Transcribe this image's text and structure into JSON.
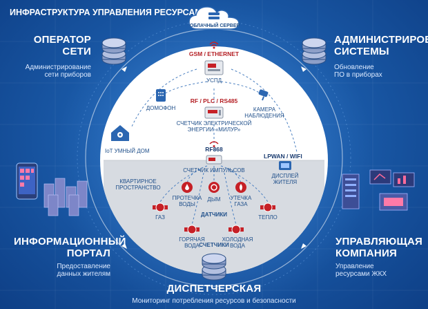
{
  "header": {
    "title": "ИНФРАСТРУКТУРА УПРАВЛЕНИЯ РЕСУРСАМИ"
  },
  "cloud": {
    "label": "ОБЛАЧНЫЙ СЕРВЕР"
  },
  "operator": {
    "title_line1": "ОПЕРАТОР",
    "title_line2": "СЕТИ",
    "sub_line1": "Администрирование",
    "sub_line2": "сети приборов"
  },
  "admin": {
    "title_line1": "АДМИНИСТРИРОВАНИЕ",
    "title_line2": "СИСТЕМЫ",
    "sub_line1": "Обновление",
    "sub_line2": "ПО в приборах"
  },
  "portal": {
    "title_line1": "ИНФОРМАЦИОННЫЙ",
    "title_line2": "ПОРТАЛ",
    "sub_line1": "Предоставление",
    "sub_line2": "данных жителям"
  },
  "company": {
    "title_line1": "УПРАВЛЯЮЩАЯ",
    "title_line2": "КОМПАНИЯ",
    "sub_line1": "Управление",
    "sub_line2": "ресурсами ЖКХ"
  },
  "dispatch": {
    "title": "ДИСПЕТЧЕРСКАЯ",
    "sub": "Мониторинг потребления ресурсов и безопасности"
  },
  "center": {
    "gsm": "GSM / ETHERNET",
    "uspd": "УСПД",
    "rf": "RF / PLC / RS485",
    "intercom": "ДОМОФОН",
    "camera_line1": "КАМЕРА",
    "camera_line2": "НАБЛЮДЕНИЯ",
    "meter_line1": "СЧЕТЧИК ЭЛЕКТРИЧЕСКОЙ",
    "meter_line2": "ЭНЕРГИИ «МИЛУР»",
    "iot": "IoT УМНЫЙ ДОМ",
    "rf868": "RF868",
    "lpwan": "LPWAN / WIFI",
    "display_line1": "ДИСПЛЕЙ",
    "display_line2": "ЖИТЕЛЯ",
    "pulse": "СЧЕТЧИК ИМПУЛЬСОВ",
    "space_line1": "КВАРТИРНОЕ",
    "space_line2": "ПРОСТРАНСТВО",
    "leak_line1": "ПРОТЕЧКА",
    "leak_line2": "ВОДЫ",
    "gasleak_line1": "УТЕЧКА",
    "gasleak_line2": "ГАЗА",
    "smoke": "ДЫМ",
    "sensors": "ДАТЧИКИ",
    "gas": "ГАЗ",
    "heat": "ТЕПЛО",
    "hot_line1": "ГОРЯЧАЯ",
    "hot_line2": "ВОДА",
    "cold_line1": "ХОЛОДНАЯ",
    "cold_line2": "ВОДА",
    "meters": "СЧЕТЧИКИ"
  },
  "colors": {
    "accent_red": "#c62026",
    "circle_fill": "#ffffff",
    "lower_fill": "#d4d8de",
    "blue_text": "#1f4f8a"
  }
}
